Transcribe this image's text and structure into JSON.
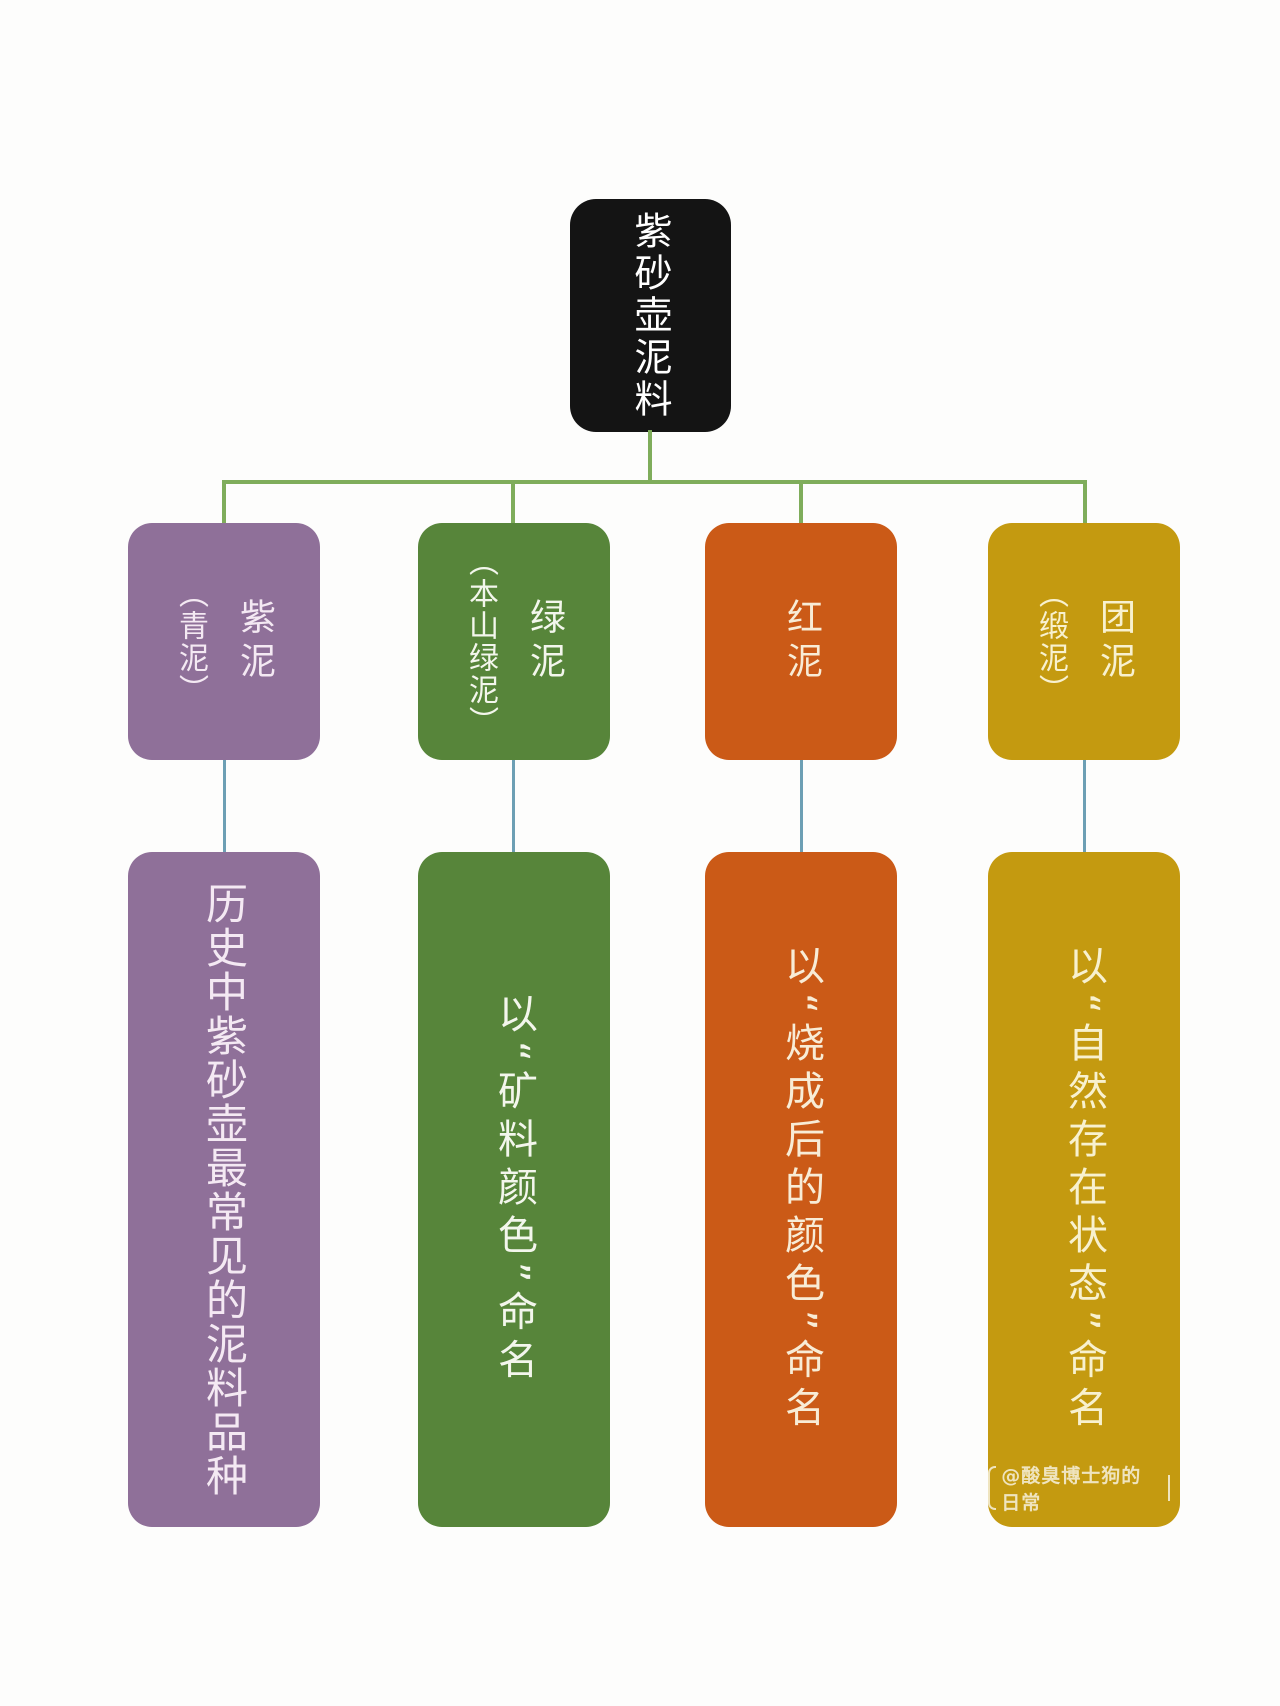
{
  "page": {
    "background": "#fdfdfc"
  },
  "root": {
    "label": "紫砂壶泥料",
    "color": "#141414",
    "text_color": "#ffffff"
  },
  "connectors": {
    "tree_color": "#7fad5b",
    "link_color": "#6d9fb4"
  },
  "branches": [
    {
      "title": "紫泥",
      "subtitle": "（青泥）",
      "description": "历史中紫砂壶最常见的泥料品种",
      "color": "#8f7099",
      "text_color": "#f4e9f3"
    },
    {
      "title": "绿泥",
      "subtitle": "（本山绿泥）",
      "description": "以“矿料颜色”命名",
      "color": "#57853a",
      "text_color": "#f3f6ec"
    },
    {
      "title": "红泥",
      "subtitle": "",
      "description": "以“烧成后的颜色”命名",
      "color": "#cb5a17",
      "text_color": "#f8ecd6"
    },
    {
      "title": "团泥",
      "subtitle": "（缎泥）",
      "description": "以“自然存在状态”命名",
      "color": "#c49a10",
      "text_color": "#f8f1cf"
    }
  ],
  "watermark": {
    "text": "@酸臭博士狗的日常",
    "color": "#f2e9c9"
  }
}
